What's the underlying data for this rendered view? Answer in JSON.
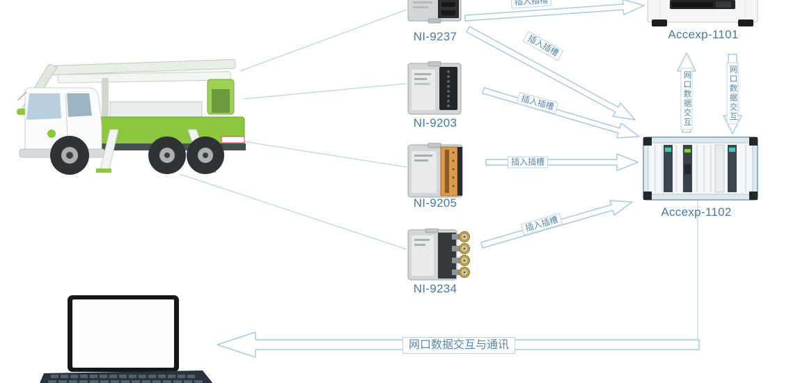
{
  "diagram": {
    "modules": [
      {
        "label": "NI-9237"
      },
      {
        "label": "NI-9203"
      },
      {
        "label": "NI-9205"
      },
      {
        "label": "NI-9234"
      }
    ],
    "chassis": [
      {
        "label": "Accexp-1101"
      },
      {
        "label": "Accexp-1102"
      }
    ],
    "labels": {
      "insert_slot": "插入插槽",
      "network_exchange": "网口数据交互",
      "network_comm": "网口数据交互与通讯"
    },
    "colors": {
      "label_text": "#4878a2",
      "arrow_outline": "#a9c9e2",
      "truck_green": "#8dc63f"
    }
  }
}
